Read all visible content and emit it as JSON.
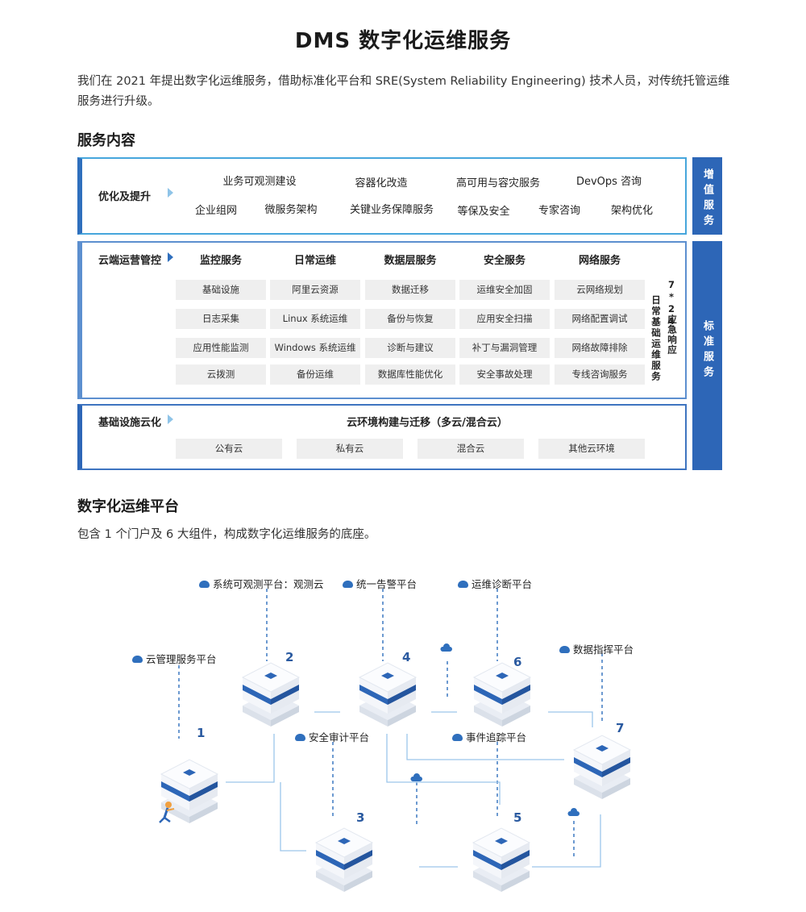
{
  "title": "DMS 数字化运维服务",
  "intro": "我们在 2021 年提出数字化运维服务，借助标准化平台和 SRE(System Reliability Engineering) 技术人员，对传统托管运维服务进行升级。",
  "service_section": {
    "heading": "服务内容",
    "value_added": {
      "label": "优化及提升",
      "side_label": "增值服务",
      "row1": [
        "业务可观测建设",
        "容器化改造",
        "高可用与容灾服务",
        "DevOps 咨询"
      ],
      "row2": [
        "企业组网",
        "微服务架构",
        "关键业务保障服务",
        "等保及安全",
        "专家咨询",
        "架构优化"
      ]
    },
    "standard": {
      "label": "云端运营管控",
      "side_label": "标准服务",
      "columns": [
        {
          "header": "监控服务",
          "items": [
            "基础设施",
            "日志采集",
            "应用性能监测",
            "云拨测"
          ]
        },
        {
          "header": "日常运维",
          "items": [
            "阿里云资源",
            "Linux 系统运维",
            "Windows 系统运维",
            "备份运维"
          ]
        },
        {
          "header": "数据层服务",
          "items": [
            "数据迁移",
            "备份与恢复",
            "诊断与建议",
            "数据库性能优化"
          ]
        },
        {
          "header": "安全服务",
          "items": [
            "运维安全加固",
            "应用安全扫描",
            "补丁与漏洞管理",
            "安全事故处理"
          ]
        },
        {
          "header": "网络服务",
          "items": [
            "云网络规划",
            "网络配置调试",
            "网络故障排除",
            "专线咨询服务"
          ]
        }
      ],
      "vertical_daily": "日常基础运维服务",
      "vertical_724_a": "7*24",
      "vertical_724_b": "应急响应"
    },
    "infra": {
      "label": "基础设施云化",
      "header": "云环境构建与迁移（多云/混合云）",
      "items": [
        "公有云",
        "私有云",
        "混合云",
        "其他云环境"
      ]
    }
  },
  "platform_section": {
    "heading": "数字化运维平台",
    "desc": "包含 1 个门户及 6 大组件，构成数字化运维服务的底座。",
    "labels": {
      "observability": "系统可观测平台：观测云",
      "alert": "统一告警平台",
      "diagnosis": "运维诊断平台",
      "cloud_mgmt": "云管理服务平台",
      "data_command": "数据指挥平台",
      "security_audit": "安全审计平台",
      "event_tracking": "事件追踪平台"
    },
    "numbers": [
      "1",
      "2",
      "3",
      "4",
      "5",
      "6",
      "7"
    ]
  },
  "colors": {
    "primary": "#2d66b7",
    "accent_light": "#46a6dc",
    "cell_bg": "#efefef"
  }
}
